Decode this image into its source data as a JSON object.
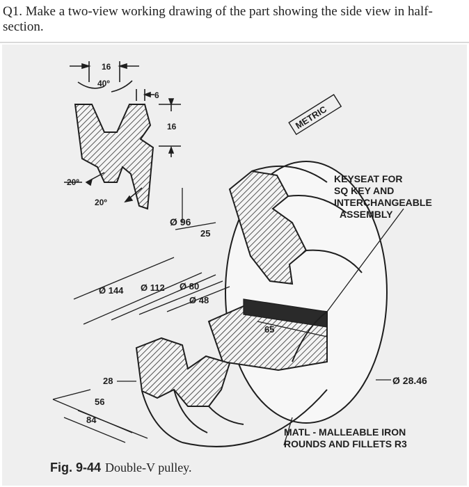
{
  "question": {
    "text": "Q1. Make a two-view working drawing of the part showing the side view in half-section."
  },
  "figure": {
    "stamp": "METRIC",
    "detail": {
      "top_width": "16",
      "groove_angle": "40º",
      "flat": "6",
      "depth": "16",
      "left_angle": "20º",
      "lower_angle": "20º"
    },
    "dimensions": {
      "d96": "Ø 96",
      "w25": "25",
      "d144": "Ø 144",
      "d112": "Ø 112",
      "d80": "Ø 80",
      "d48": "Ø 48",
      "l65": "65",
      "h28": "28",
      "h56": "56",
      "h84": "84",
      "d2846": "Ø 28.46"
    },
    "notes": {
      "keyseat": [
        "KEYSEAT FOR",
        "SQ KEY AND",
        "INTERCHANGEABLE",
        "ASSEMBLY"
      ],
      "material": [
        "MATL - MALLEABLE IRON",
        "ROUNDS AND FILLETS R3"
      ]
    }
  },
  "caption": {
    "number": "Fig. 9-44",
    "title": "Double-V pulley."
  }
}
